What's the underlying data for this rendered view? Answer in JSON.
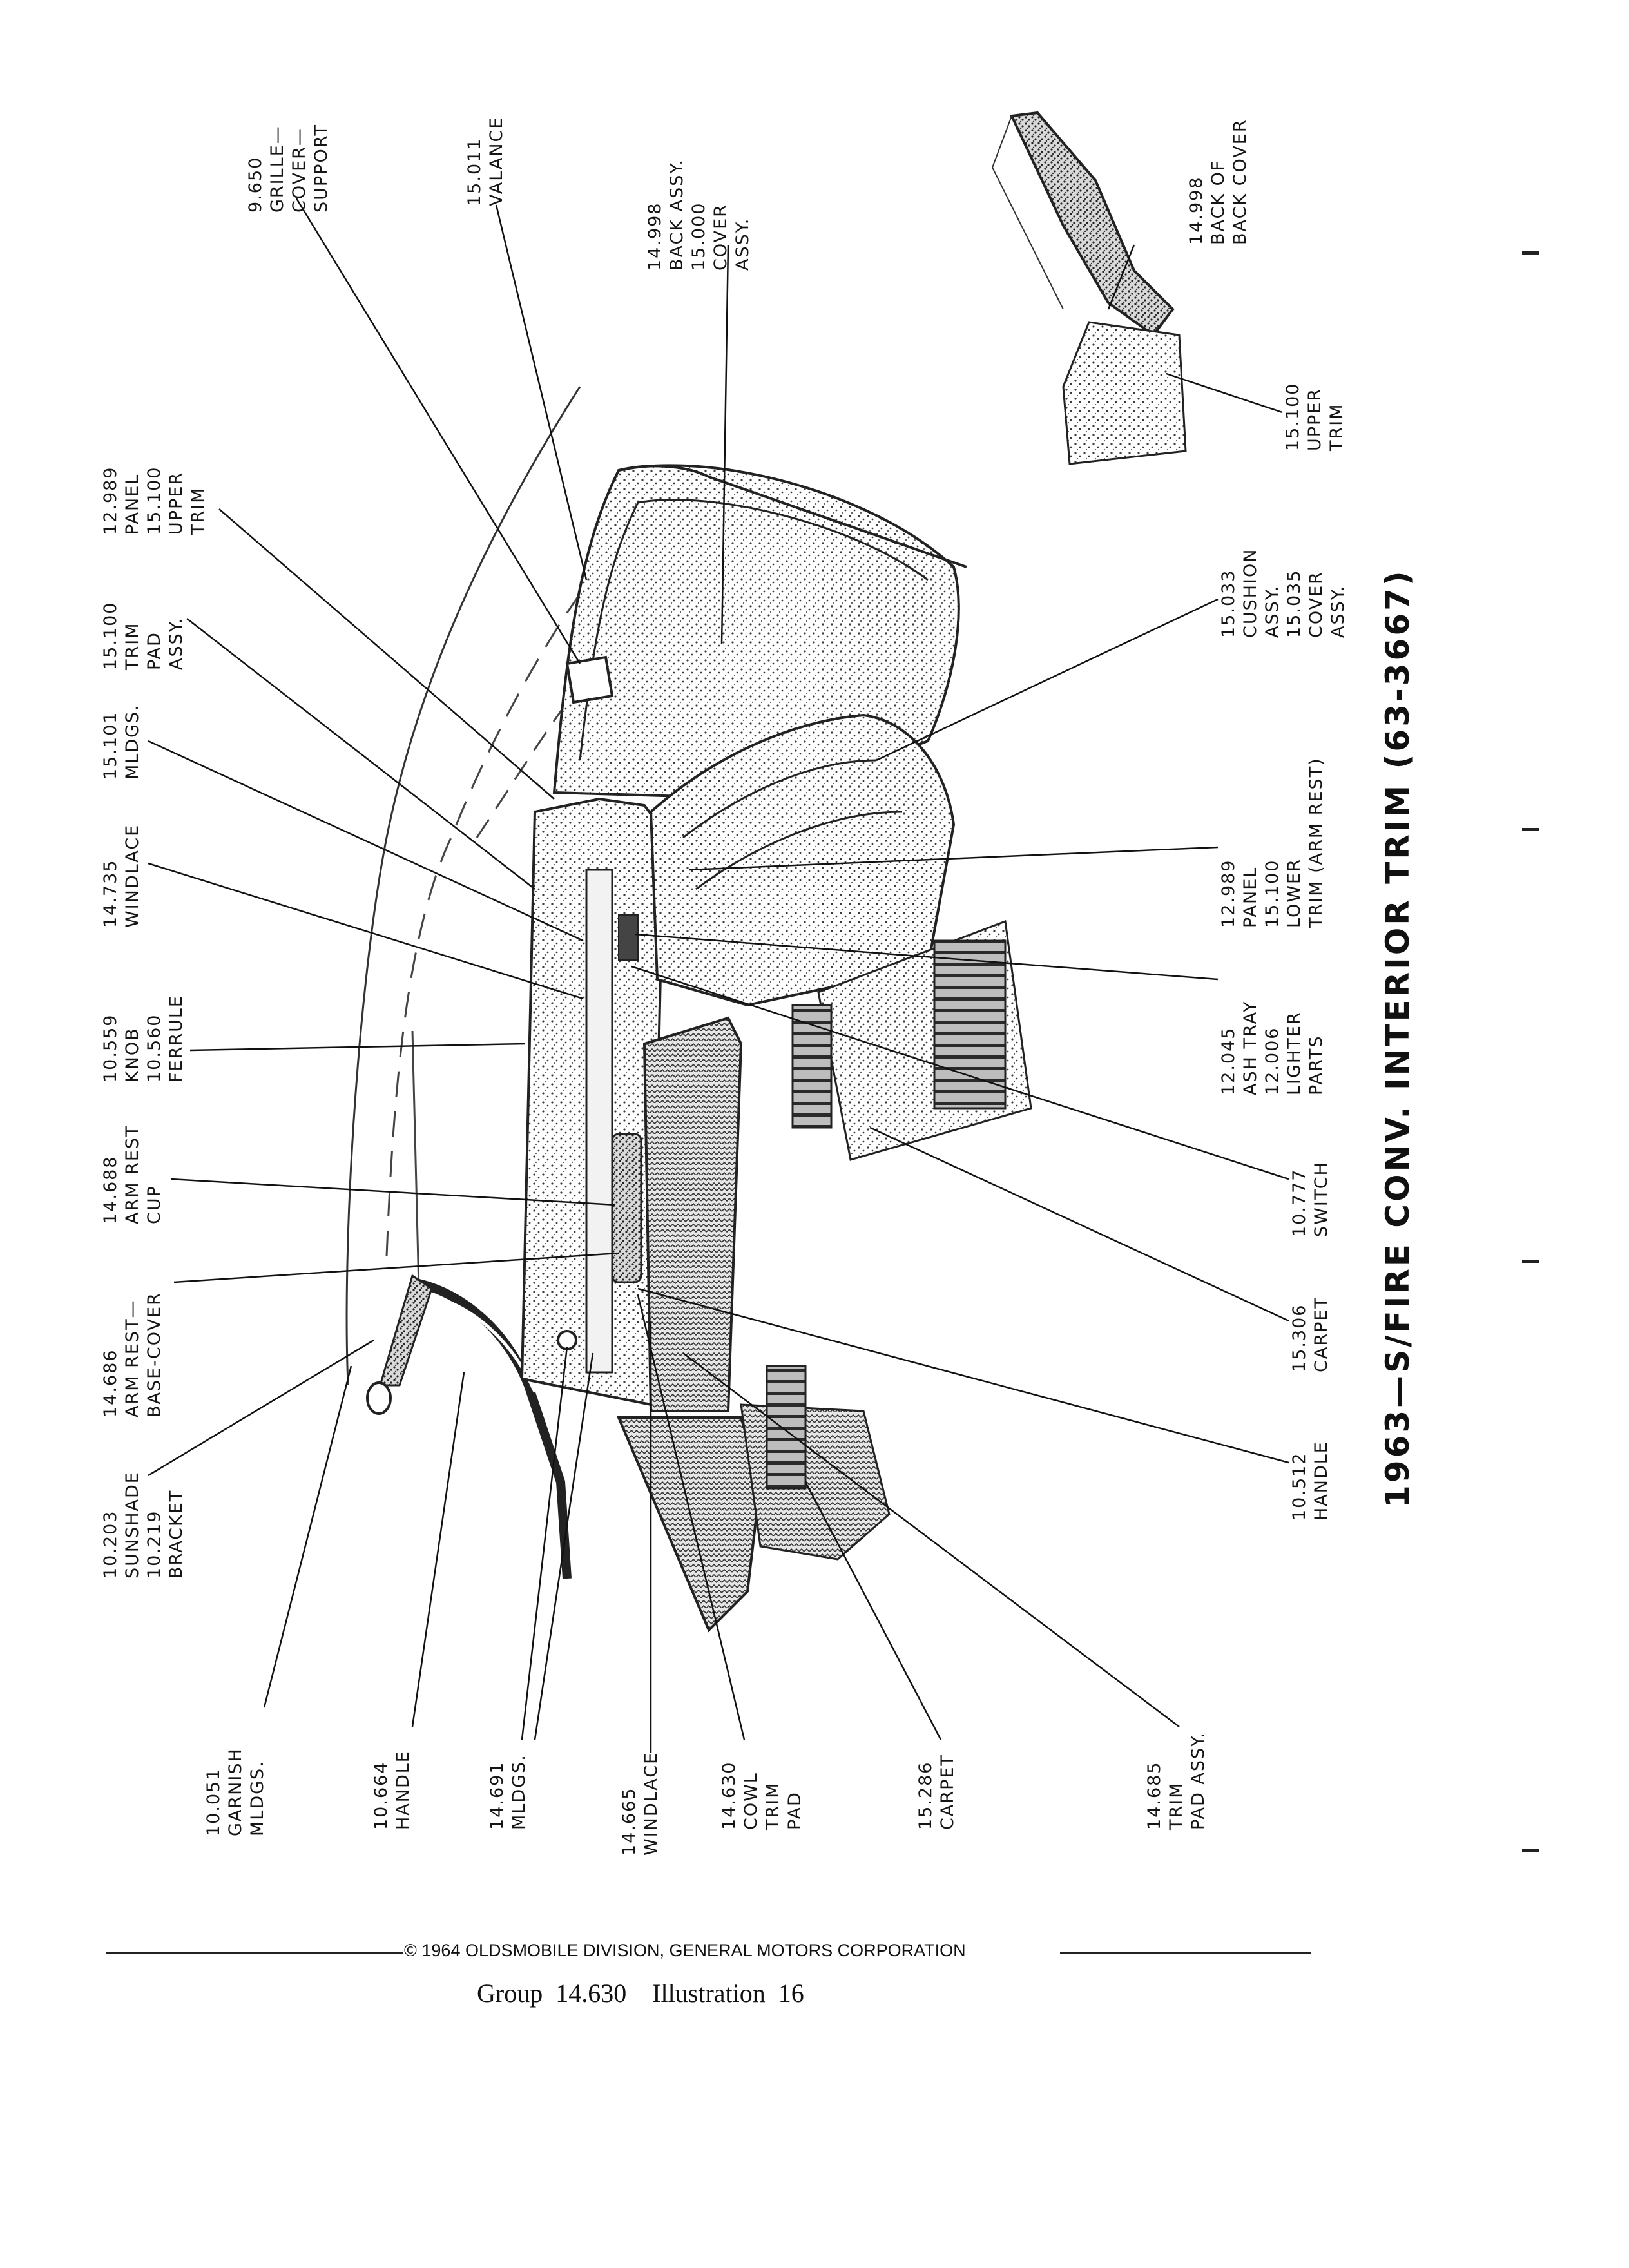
{
  "title": "1963—S/FIRE CONV. INTERIOR TRIM (63-3667)",
  "callouts": [
    {
      "id": "grille",
      "lines": [
        "9.650",
        "GRILLE—",
        "COVER—",
        "SUPPORT"
      ]
    },
    {
      "id": "valance",
      "lines": [
        "15.011",
        "VALANCE"
      ]
    },
    {
      "id": "back-assy",
      "lines": [
        "14.998",
        "BACK ASSY.",
        "15.000",
        "COVER",
        "ASSY."
      ]
    },
    {
      "id": "back-of-back-cover",
      "lines": [
        "14.998",
        "BACK OF",
        "BACK COVER"
      ]
    },
    {
      "id": "upper-trim-inset",
      "lines": [
        "15.100",
        "UPPER",
        "TRIM"
      ]
    },
    {
      "id": "panel-upper-trim",
      "lines": [
        "12.989",
        "PANEL",
        "15.100",
        "UPPER",
        "TRIM"
      ]
    },
    {
      "id": "trim-pad-assy",
      "lines": [
        "15.100",
        "TRIM",
        "PAD",
        "ASSY."
      ]
    },
    {
      "id": "mldgs-15101",
      "lines": [
        "15.101",
        "MLDGS."
      ]
    },
    {
      "id": "windlace-14735",
      "lines": [
        "14.735",
        "WINDLACE"
      ]
    },
    {
      "id": "knob-ferrule",
      "lines": [
        "10.559",
        "KNOB",
        "10.560",
        "FERRULE"
      ]
    },
    {
      "id": "arm-rest-cup",
      "lines": [
        "14.688",
        "ARM REST",
        "CUP"
      ]
    },
    {
      "id": "arm-rest-base-cover",
      "lines": [
        "14.686",
        "ARM REST—",
        "BASE-COVER"
      ]
    },
    {
      "id": "sunshade-bracket",
      "lines": [
        "10.203",
        "SUNSHADE",
        "10.219",
        "BRACKET"
      ]
    },
    {
      "id": "cushion-assy",
      "lines": [
        "15.033",
        "CUSHION",
        "ASSY.",
        "15.035",
        "COVER",
        "ASSY."
      ]
    },
    {
      "id": "panel-lower-trim",
      "lines": [
        "12.989",
        "PANEL",
        "15.100",
        "LOWER",
        "TRIM (ARM REST)"
      ]
    },
    {
      "id": "ash-tray-lighter",
      "lines": [
        "12.045",
        "ASH TRAY",
        "12.006",
        "LIGHTER",
        "PARTS"
      ]
    },
    {
      "id": "switch",
      "lines": [
        "10.777",
        "SWITCH"
      ]
    },
    {
      "id": "carpet-15306",
      "lines": [
        "15.306",
        "CARPET"
      ]
    },
    {
      "id": "handle-10512",
      "lines": [
        "10.512",
        "HANDLE"
      ]
    },
    {
      "id": "garnish-mldgs",
      "lines": [
        "10.051",
        "GARNISH",
        "MLDGS."
      ]
    },
    {
      "id": "handle-10664",
      "lines": [
        "10.664",
        "HANDLE"
      ]
    },
    {
      "id": "mldgs-14691",
      "lines": [
        "14.691",
        "MLDGS."
      ]
    },
    {
      "id": "windlace-14665",
      "lines": [
        "14.665",
        "WINDLACE"
      ]
    },
    {
      "id": "cowl-trim-pad",
      "lines": [
        "14.630",
        "COWL",
        "TRIM",
        "PAD"
      ]
    },
    {
      "id": "carpet-15286",
      "lines": [
        "15.286",
        "CARPET"
      ]
    },
    {
      "id": "trim-pad-assy-14685",
      "lines": [
        "14.685",
        "TRIM",
        "PAD ASSY."
      ]
    }
  ],
  "footer": {
    "copyright": "© 1964 OLDSMOBILE DIVISION, GENERAL MOTORS CORPORATION",
    "group_label": "Group",
    "group_number": "14.630",
    "illustration_label": "Illustration",
    "illustration_number": "16"
  },
  "colors": {
    "ink": "#151515",
    "paper": "#ffffff",
    "shade": "#8a8a8a"
  }
}
